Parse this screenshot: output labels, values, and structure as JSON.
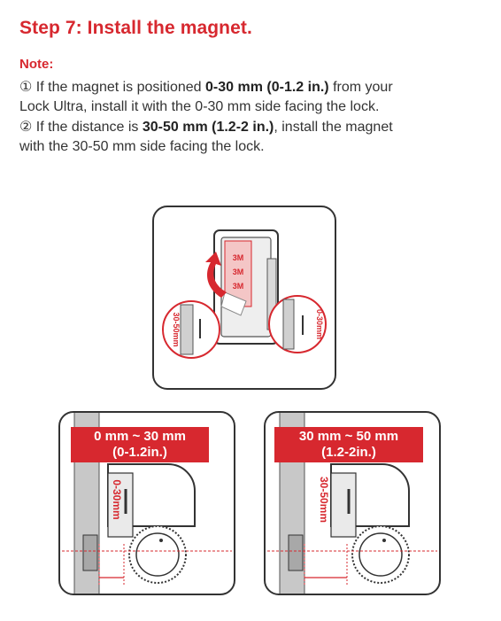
{
  "heading": "Step 7: Install the magnet.",
  "note_label": "Note:",
  "notes": [
    {
      "marker": "①",
      "parts": [
        {
          "t": " If the magnet is positioned ",
          "b": false
        },
        {
          "t": "0-30 mm (0-1.2 in.)",
          "b": true
        },
        {
          "t": " from your",
          "b": false
        }
      ]
    },
    {
      "parts": [
        {
          "t": "Lock Ultra, install it with the 0-30 mm side facing the lock.",
          "b": false
        }
      ]
    },
    {
      "marker": "②",
      "parts": [
        {
          "t": " If the distance is ",
          "b": false
        },
        {
          "t": "30-50 mm (1.2-2 in.)",
          "b": true
        },
        {
          "t": ", install the magnet",
          "b": false
        }
      ]
    },
    {
      "parts": [
        {
          "t": "with the 30-50 mm side facing the lock.",
          "b": false
        }
      ]
    }
  ],
  "top_figure": {
    "tape_labels": [
      "3M",
      "3M",
      "3M"
    ],
    "left_zoom_label": "30-50mm",
    "right_zoom_label": "0-30mm"
  },
  "left_panel": {
    "caption_line1": "0 mm ~ 30 mm",
    "caption_line2": "(0-1.2in.)",
    "side_label": "0-30mm"
  },
  "right_panel": {
    "caption_line1": "30 mm ~ 50 mm",
    "caption_line2": "(1.2-2in.)",
    "side_label": "30-50mm"
  },
  "colors": {
    "accent": "#d7282f",
    "outline": "#333333",
    "panel_bg": "#ffffff",
    "metal": "#bfbfbf"
  }
}
